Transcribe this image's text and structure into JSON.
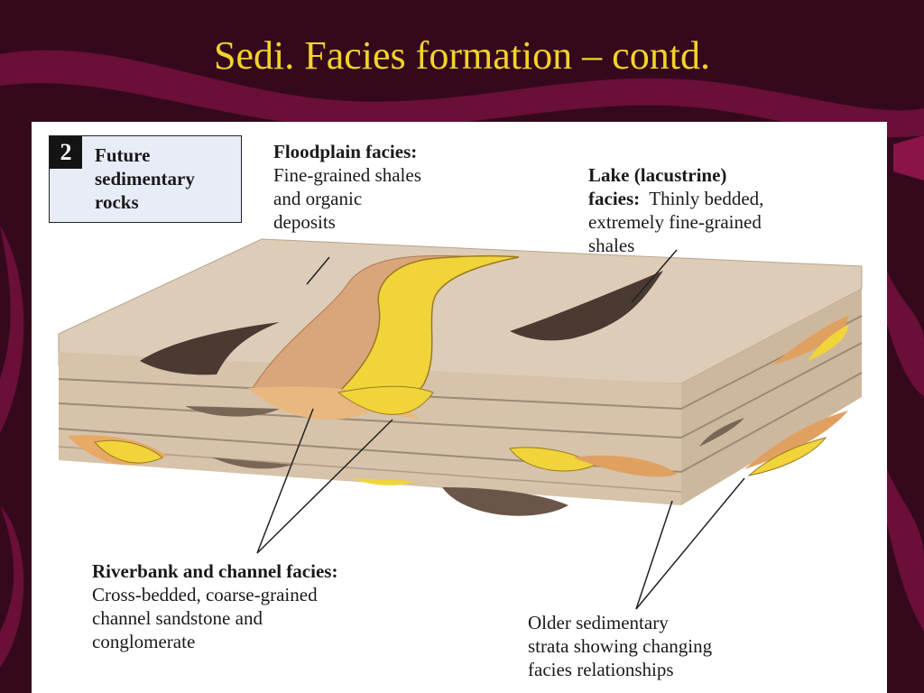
{
  "title": "Sedi. Facies formation – contd.",
  "box": {
    "number": "2",
    "text": "Future sedimentary rocks"
  },
  "floodplain": {
    "heading": "Floodplain facies:",
    "line1": "Fine-grained shales",
    "line2": "and organic",
    "line3": "deposits"
  },
  "lake": {
    "heading": "Lake (lacustrine)",
    "heading2": "facies:",
    "line1": "Thinly bedded,",
    "line2": "extremely fine-grained",
    "line3": "shales"
  },
  "riverbank": {
    "heading": "Riverbank and channel facies:",
    "line1": "Cross-bedded, coarse-grained",
    "line2": "channel sandstone and",
    "line3": "conglomerate"
  },
  "older": {
    "line1": "Older sedimentary",
    "line2": "strata showing changing",
    "line3": "facies relationships"
  },
  "colors": {
    "background": "#3a0a1e",
    "title": "#f2d32a",
    "sandstone": "#f0d43a",
    "strata": "#d8c8b2",
    "shale": "#4a3a32"
  }
}
